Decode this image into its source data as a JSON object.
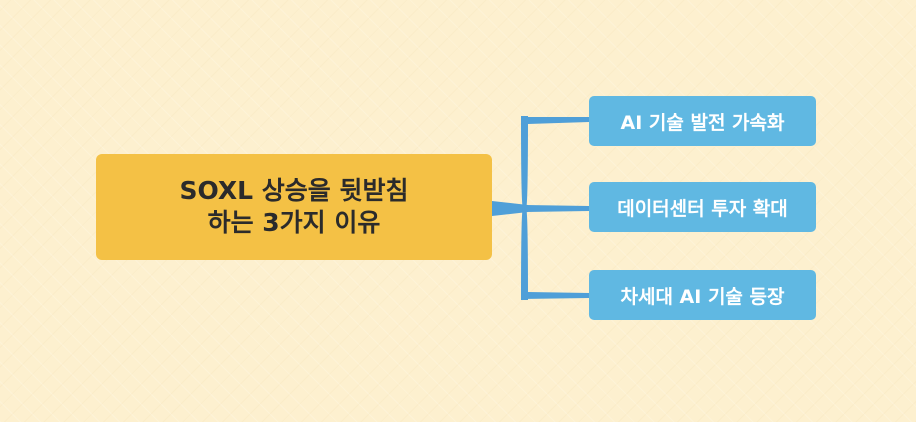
{
  "diagram": {
    "root": {
      "label": "SOXL 상승을 뒷받침\n하는 3가지 이유"
    },
    "children": [
      {
        "label": "AI 기술 발전 가속화"
      },
      {
        "label": "데이터센터 투자 확대"
      },
      {
        "label": "차세대 AI 기술 등장"
      }
    ],
    "colors": {
      "background": "#fdf0cf",
      "root_fill": "#f4c145",
      "child_fill": "#60b8e2",
      "connector": "#4f9fd8"
    }
  }
}
